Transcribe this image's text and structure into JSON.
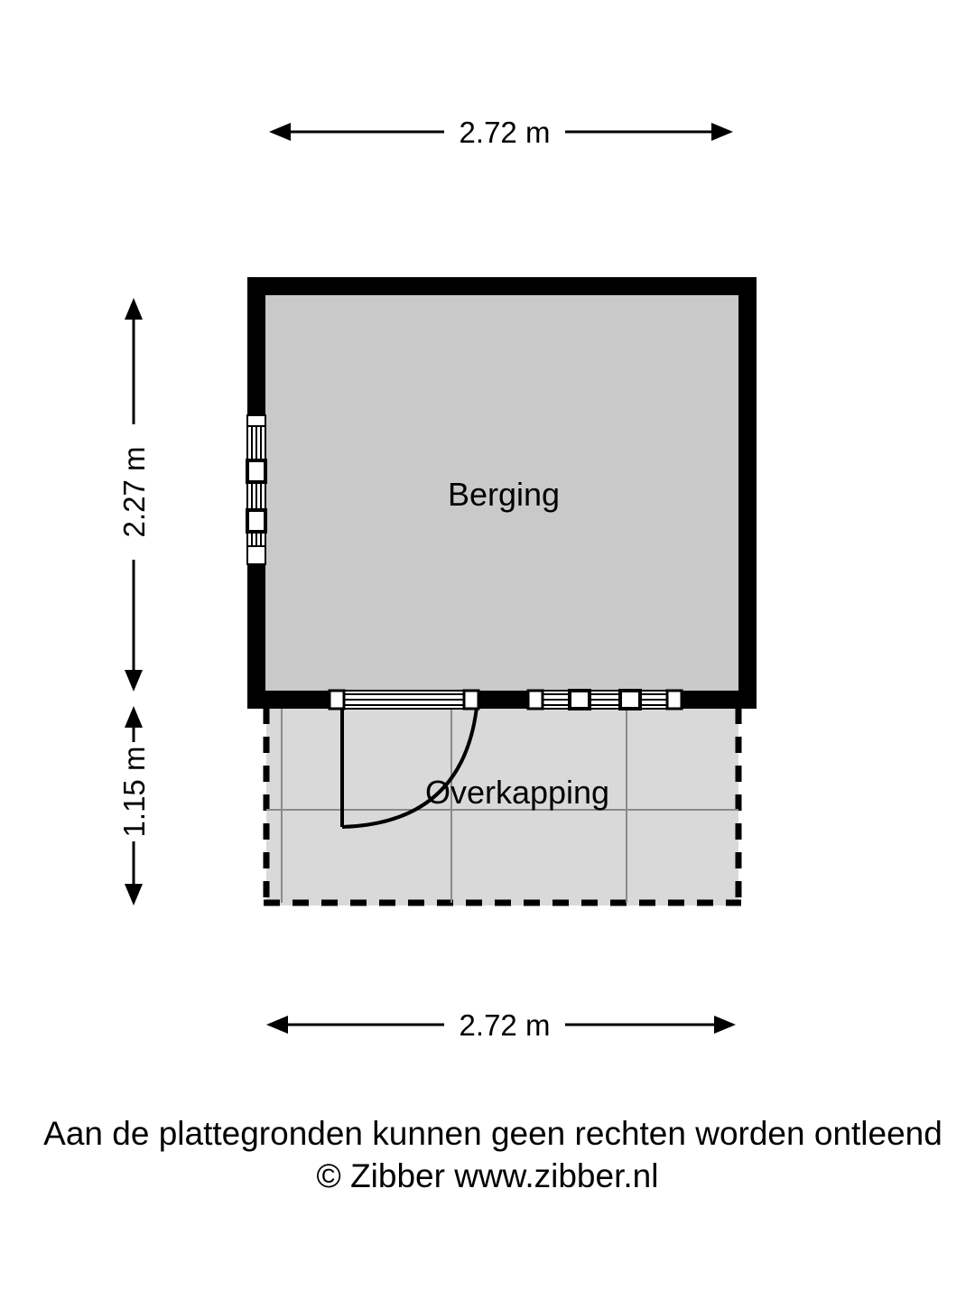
{
  "document": {
    "type": "floor-plan",
    "title": "Berging / Overkapping plattegrond"
  },
  "dimensions": {
    "top": {
      "label": "2.72 m",
      "orientation": "horizontal",
      "value": 2.72,
      "unit": "m"
    },
    "left_upper": {
      "label": "2.27 m",
      "orientation": "vertical",
      "value": 2.27,
      "unit": "m"
    },
    "left_lower": {
      "label": "1.15 m",
      "orientation": "vertical",
      "value": 1.15,
      "unit": "m"
    },
    "bottom": {
      "label": "2.72 m",
      "orientation": "horizontal",
      "value": 2.72,
      "unit": "m"
    }
  },
  "rooms": [
    {
      "id": "berging",
      "label": "Berging",
      "fill": "#c9c9c9",
      "wall_color": "#000000",
      "enclosed": true
    },
    {
      "id": "overkapping",
      "label": "Overkapping",
      "fill": "#d9d9d9",
      "boundary": "dashed",
      "enclosed": false
    }
  ],
  "openings": [
    {
      "id": "window-left-wall",
      "type": "window",
      "wall": "left",
      "panes": 3
    },
    {
      "id": "door-bottom-wall",
      "type": "door",
      "wall": "bottom",
      "swing": "left-inward"
    },
    {
      "id": "window-bottom-wall",
      "type": "window",
      "wall": "bottom",
      "panes": 3
    }
  ],
  "footer": {
    "disclaimer": "Aan de plattegronden kunnen geen rechten worden ontleend",
    "copyright": "© Zibber www.zibber.nl"
  },
  "colors": {
    "background": "#ffffff",
    "wall": "#000000",
    "room_fill": "#c9c9c9",
    "canopy_fill": "#d9d9d9",
    "grid_line": "#8a8a8a",
    "text": "#000000"
  }
}
